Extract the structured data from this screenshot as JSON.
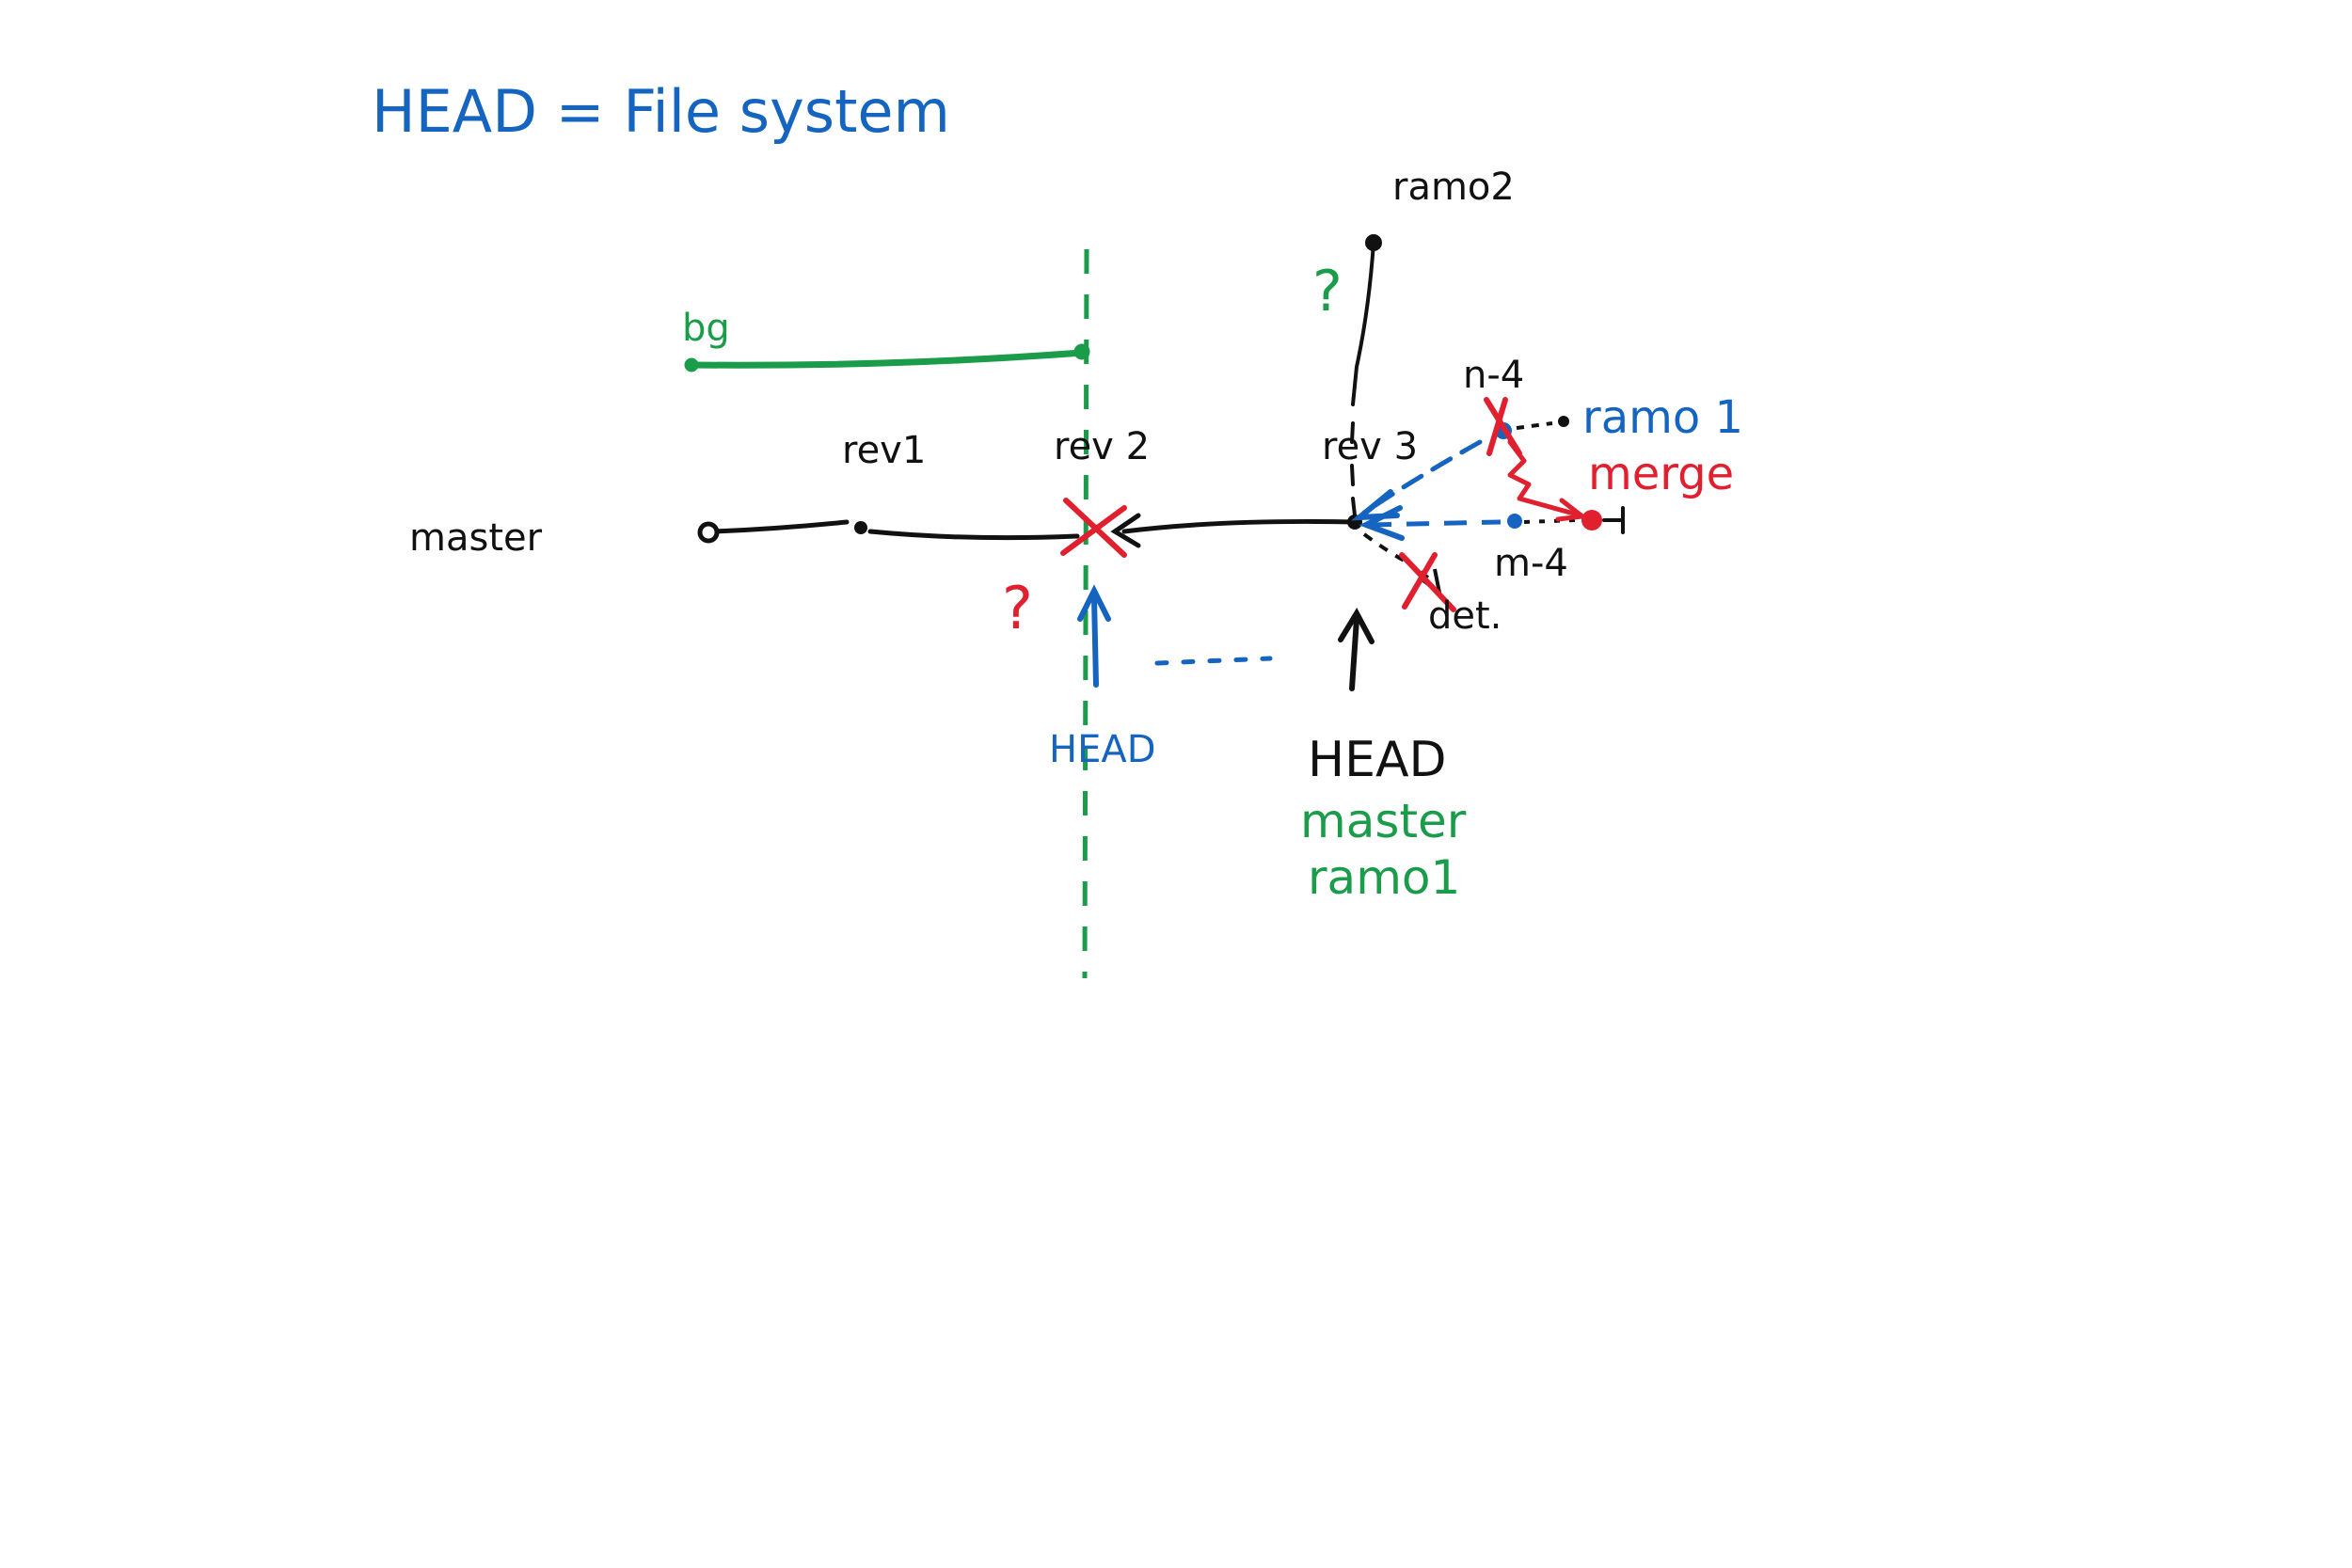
{
  "title": {
    "text": "HEAD = File system",
    "color": "#1565c0"
  },
  "labels": {
    "master_branch": "master",
    "rev1": "rev1",
    "rev2": "rev 2",
    "rev3": "rev 3",
    "bg": "bg",
    "ramo2": "ramo2",
    "n4": "n-4",
    "ramo1_right": "ramo 1",
    "merge": "merge",
    "m4": "m-4",
    "det": "det.",
    "question_green": "?",
    "question_red": "?",
    "head_blue": "HEAD",
    "head_black": "HEAD",
    "master_green": "master",
    "ramo1_green": "ramo1"
  },
  "colors": {
    "black": "#111111",
    "blue": "#1565c0",
    "green": "#1a9c4a",
    "red": "#e0202e"
  }
}
